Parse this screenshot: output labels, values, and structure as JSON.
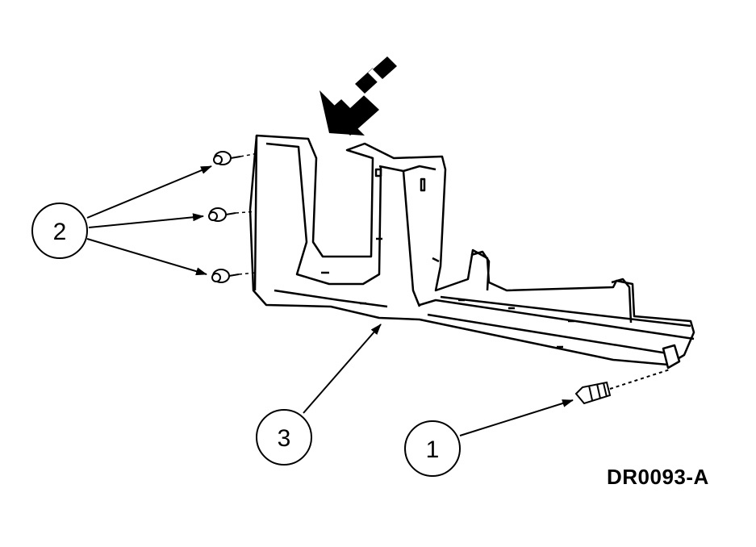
{
  "diagram": {
    "reference_code": "DR0093-A",
    "callouts": [
      {
        "id": "1",
        "label": "1"
      },
      {
        "id": "2",
        "label": "2"
      },
      {
        "id": "3",
        "label": "3"
      }
    ],
    "colors": {
      "ink": "#000000",
      "background": "#ffffff",
      "part_fill": "#ffffff"
    }
  }
}
